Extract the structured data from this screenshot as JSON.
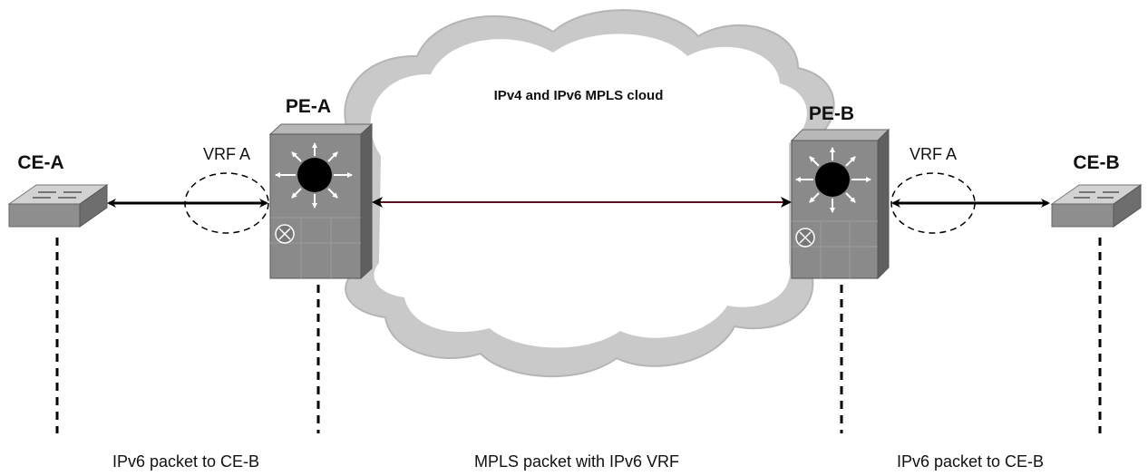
{
  "cloud": {
    "label": "IPv4 and IPv6 MPLS cloud"
  },
  "nodes": {
    "ce_a": {
      "label": "CE-A"
    },
    "pe_a": {
      "label": "PE-A",
      "vrf_label": "VRF A"
    },
    "pe_b": {
      "label": "PE-B",
      "vrf_label": "VRF A"
    },
    "ce_b": {
      "label": "CE-B"
    }
  },
  "captions": {
    "left": "IPv6 packet to CE-B",
    "middle": "MPLS packet with IPv6 VRF",
    "right": "IPv6 packet to CE-B"
  },
  "colors": {
    "cloud_fill": "#c9c9c9",
    "device_fill": "#8a8a8a",
    "router_fill": "#7d7d7d",
    "core_arrow": "#5a1020",
    "line": "#000000"
  }
}
